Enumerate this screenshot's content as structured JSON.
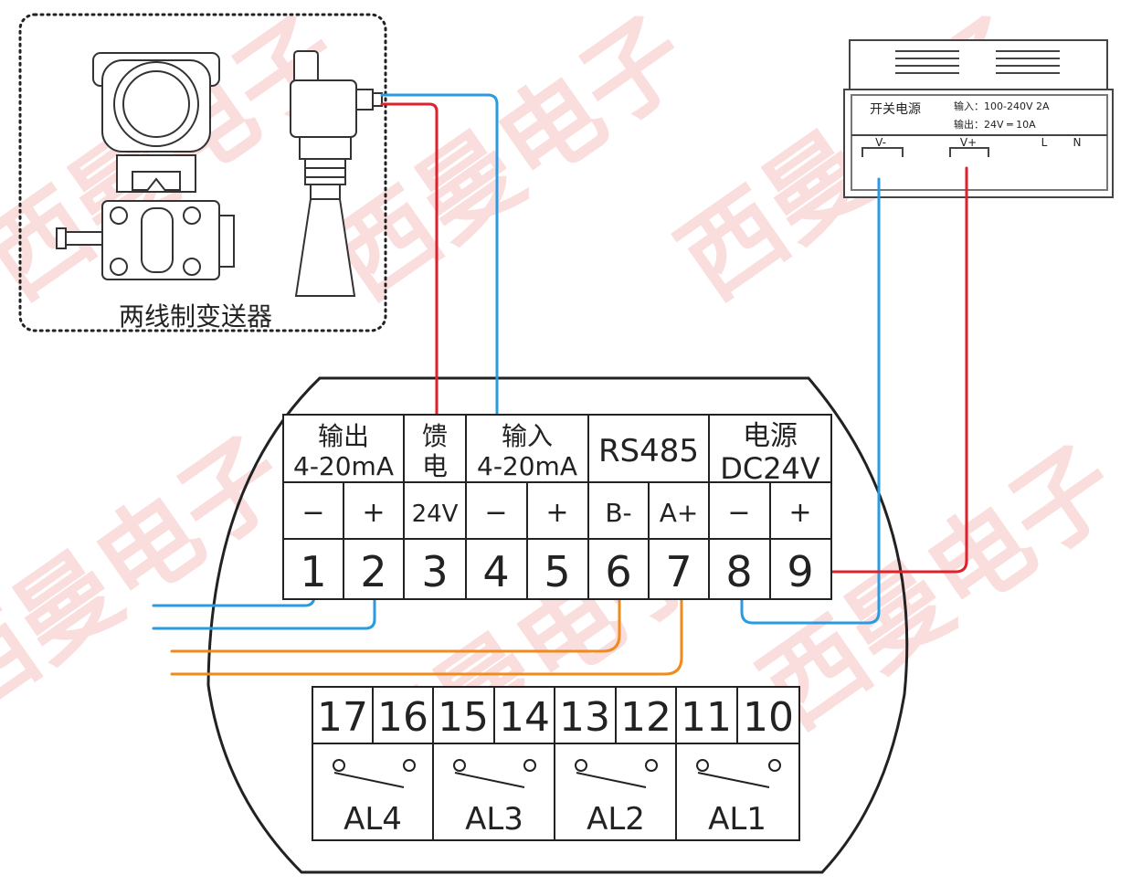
{
  "transmitter_label": "两线制变送器",
  "power_supply": {
    "title": "开关电源",
    "input_line": "输入：100-240V 2A",
    "output_line": "输出：24V ═ 10A",
    "terminals": [
      "V-",
      "V+",
      "L",
      "N"
    ]
  },
  "panel": {
    "groups": [
      {
        "line1": "输出",
        "line2": "4-20mA"
      },
      {
        "line1": "馈",
        "line2": "电"
      },
      {
        "line1": "输入",
        "line2": "4-20mA"
      },
      {
        "line1": "RS485",
        "line2": ""
      },
      {
        "line1": "电源",
        "line2": "DC24V"
      }
    ],
    "polarity": [
      "−",
      "+",
      "24V",
      "−",
      "+",
      "B-",
      "A+",
      "−",
      "+"
    ],
    "numbers": [
      "1",
      "2",
      "3",
      "4",
      "5",
      "6",
      "7",
      "8",
      "9"
    ]
  },
  "relay": {
    "numbers": [
      "17",
      "16",
      "15",
      "14",
      "13",
      "12",
      "11",
      "10"
    ],
    "alarms": [
      "AL4",
      "AL3",
      "AL2",
      "AL1"
    ]
  },
  "watermark": "西曼电子",
  "colors": {
    "red_wire": "#e0202a",
    "blue_wire": "#2a9be0",
    "orange_wire": "#f08a1c",
    "line": "#222222",
    "watermark": "#f6b8b8"
  }
}
